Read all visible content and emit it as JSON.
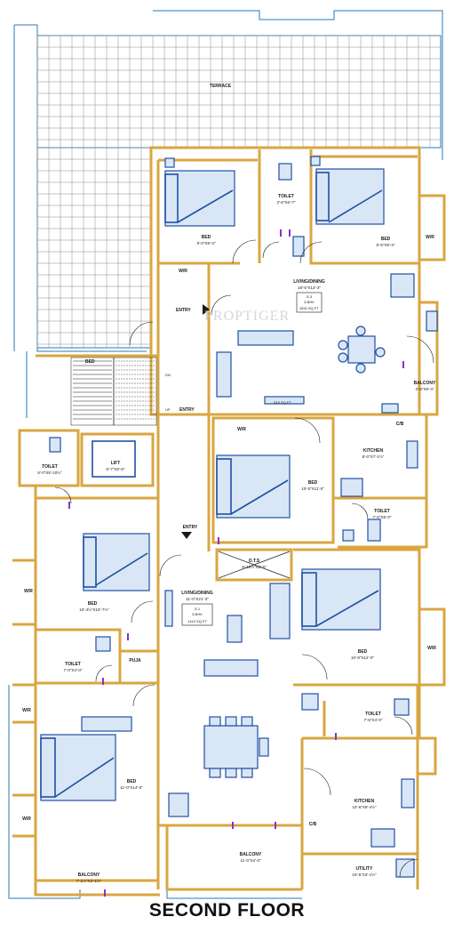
{
  "footer_title": "SECOND FLOOR",
  "watermark": "PROPTIGER",
  "colors": {
    "walls": "#d9a640",
    "outline": "#2a7ab8",
    "furniture": "#1f4fa3",
    "door_mark": "#8a2fc9"
  },
  "terrace": {
    "label": "TERRACE"
  },
  "unit_s3": {
    "tag_line1": "S-3",
    "tag_line2": "3-BHK",
    "tag_line3": "ADD SQ.FT",
    "bed_left": {
      "name": "BED",
      "dim": "9'-0\"X9'-3\""
    },
    "bed_right": {
      "name": "BED",
      "dim": "9'-6\"X9'-3\""
    },
    "toilet": {
      "name": "TOILET",
      "dim": "3'-6\"X6'-7\""
    },
    "wr_left": "W/R",
    "wr_right": "W/R",
    "living": {
      "name": "LIVING/DINING",
      "dim": "18'-5\"X13'-3\""
    },
    "balcony": {
      "name": "BALCONY",
      "dim": "3'-6\"X9'-4\""
    },
    "kitchen": {
      "name": "KITCHEN",
      "dim": "8'-0\"X7'-1½\""
    },
    "cb": "C/B",
    "bed_master": {
      "name": "BED",
      "dim": "10'-0\"X11'-0\""
    },
    "wr_master": "W/R",
    "toilet_master": {
      "name": "TOILET",
      "dim": "7'-0\"X5'-0\""
    },
    "area_tag": "818 SQ.FT",
    "entry": "ENTRY"
  },
  "core": {
    "dn": "DN",
    "up": "UP",
    "entry": "ENTRY",
    "toilet": {
      "name": "TOILET",
      "dim": "5'-0\"X5'-10½\""
    },
    "lift": {
      "name": "LIFT",
      "dim": "6'-7\"X6'-6\""
    },
    "entry_lower": "ENTRY",
    "bed_label": "BED",
    "ots": {
      "name": "O.T.S",
      "dim": "8'-10½\"X2'-9\""
    }
  },
  "unit_s1": {
    "tag_line1": "S-1",
    "tag_line2": "3-BHK",
    "tag_line3": "1410 SQ.FT",
    "bed_left": {
      "name": "BED",
      "dim": "10'-4½\"X10'-7½\""
    },
    "wr_left": "W/R",
    "living": {
      "name": "LIVING/DINING",
      "dim": "11'-0\"X21'-3\""
    },
    "toilet": {
      "name": "TOILET",
      "dim": "7'-0\"X4'-0\""
    },
    "puja": "PUJA",
    "wr_lower": "W/R",
    "bed_lower": {
      "name": "BED",
      "dim": "11'-0\"X14'-0\""
    },
    "wr_bottom": "W/R",
    "balcony_left": {
      "name": "BALCONY",
      "dim": "7'-1½\"X3'-1½\""
    },
    "balcony_mid": {
      "name": "BALCONY",
      "dim": "11'-0\"X4'-0\""
    },
    "bed_right": {
      "name": "BED",
      "dim": "10'-8\"X12'-0\""
    },
    "wr_right": "W/R",
    "toilet_right": {
      "name": "TOILET",
      "dim": "7'-6\"X4'-0\""
    },
    "kitchen": {
      "name": "KITCHEN",
      "dim": "10'-6\"X8'-4½\""
    },
    "cb": "C/B",
    "utility": {
      "name": "UTILITY",
      "dim": "10'-6\"X3'-1½\""
    }
  }
}
